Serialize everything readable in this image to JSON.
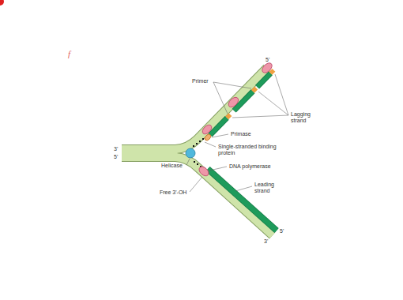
{
  "diagram": {
    "labels": [
      "f",
      "5'",
      "Primer",
      "Lagging strand",
      "Primase",
      "Single-stranded binding protein",
      "3'",
      "5'",
      "Helicase",
      "DNA polymerase",
      "Free 3'-OH",
      "Leading strand",
      "3'",
      "5'"
    ]
  }
}
